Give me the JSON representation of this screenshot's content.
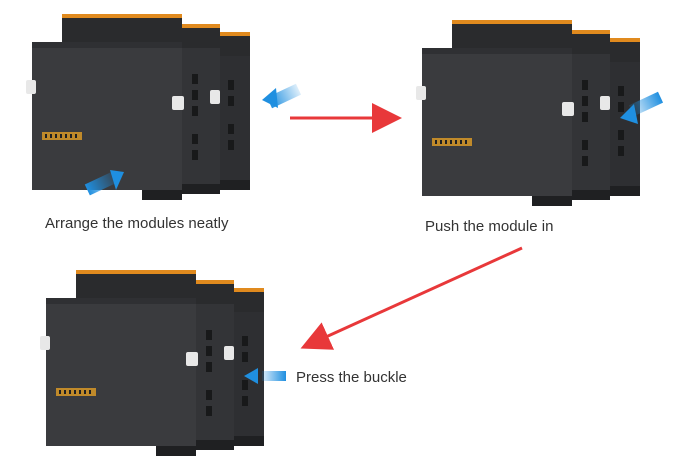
{
  "steps": [
    {
      "caption": "Arrange the modules neatly"
    },
    {
      "caption": "Push the module in"
    },
    {
      "caption": "Press the buckle"
    }
  ],
  "colors": {
    "module_body": "#3a3b3e",
    "module_dark": "#1f2022",
    "terminal_top": "#2a2b2d",
    "terminal_orange": "#e08a1e",
    "buckle": "#e8e8e8",
    "connector": "#c08a2a",
    "arrow_red": "#e8383a",
    "hint_blue": "#1f8fe0"
  },
  "icons": [
    "module-stack-image",
    "red-arrow-icon",
    "blue-push-arrow-icon"
  ]
}
